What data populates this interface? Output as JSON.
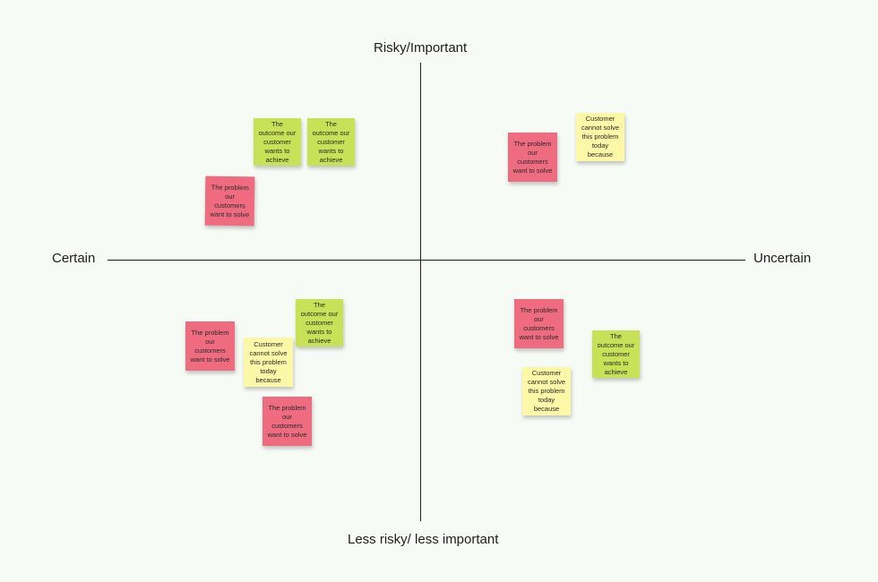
{
  "axes": {
    "top": "Risky/Important",
    "bottom": "Less risky/ less important",
    "left": "Certain",
    "right": "Uncertain"
  },
  "colors": {
    "background": "#f7fbf5",
    "problem": "#ee6b80",
    "outcome": "#c8e157",
    "reason": "#fdf8a8"
  },
  "notes": [
    {
      "kind": "outcome",
      "text": "The outcome our customer wants to achieve"
    },
    {
      "kind": "outcome",
      "text": "The outcome our customer wants to achieve"
    },
    {
      "kind": "problem",
      "text": "The problem our customers want to solve"
    },
    {
      "kind": "problem",
      "text": "The problem our customers want to solve"
    },
    {
      "kind": "reason",
      "text": "Customer cannot solve this problem today because"
    },
    {
      "kind": "outcome",
      "text": "The outcome our customer wants to achieve"
    },
    {
      "kind": "problem",
      "text": "The problem our customers want to solve"
    },
    {
      "kind": "reason",
      "text": "Customer cannot solve this problem today because"
    },
    {
      "kind": "problem",
      "text": "The problem our customers want to solve"
    },
    {
      "kind": "problem",
      "text": "The problem our customers want to solve"
    },
    {
      "kind": "outcome",
      "text": "The outcome our customer wants to achieve"
    },
    {
      "kind": "reason",
      "text": "Customer cannot solve this problem today because"
    }
  ]
}
